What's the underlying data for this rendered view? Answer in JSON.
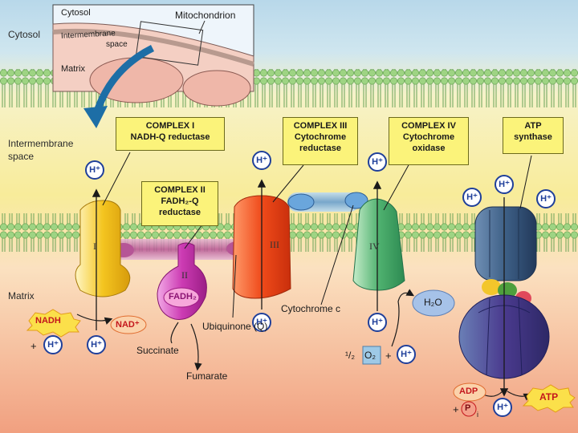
{
  "regions": {
    "cytosol": "Cytosol",
    "intermembrane": "Intermembrane",
    "space": "space",
    "matrix": "Matrix"
  },
  "inset": {
    "cytosol": "Cytosol",
    "mitochondrion": "Mitochondrion",
    "intermembrane": "Intermembrane",
    "space": "space",
    "matrix": "Matrix"
  },
  "complexes": {
    "c1": {
      "line1": "COMPLEX I",
      "line2": "NADH-Q reductase",
      "numeral": "I"
    },
    "c2": {
      "line1": "COMPLEX II",
      "line2": "FADH₂-Q",
      "line3": "reductase",
      "numeral": "II"
    },
    "c3": {
      "line1": "COMPLEX III",
      "line2": "Cytochrome",
      "line3": "reductase",
      "numeral": "III"
    },
    "c4": {
      "line1": "COMPLEX IV",
      "line2": "Cytochrome",
      "line3": "oxidase",
      "numeral": "IV"
    },
    "atp": {
      "line1": "ATP",
      "line2": "synthase"
    }
  },
  "hplus": "H⁺",
  "molecules": {
    "nadh": "NADH",
    "nad": "NAD⁺",
    "fadh2": "FADH₂",
    "succinate": "Succinate",
    "fumarate": "Fumarate",
    "ubiquinone": "Ubiquinone (Q)",
    "cytochrome_c": "Cytochrome c",
    "h2o": "H₂O",
    "half_o2_prefix": "¹/₂",
    "o2": "O₂",
    "adp": "ADP",
    "pi": "P",
    "pi_sub": "i",
    "atp": "ATP",
    "plus": "+"
  },
  "colors": {
    "complex1": "#f2c21c",
    "complex2": "#cc3bb3",
    "complex3": "#ef4a1a",
    "complex4": "#3fa86b",
    "atp_synthase": "#3d5f86",
    "atp_head": "#4a3a8e",
    "hplus_ring": "#1f3f9a"
  }
}
